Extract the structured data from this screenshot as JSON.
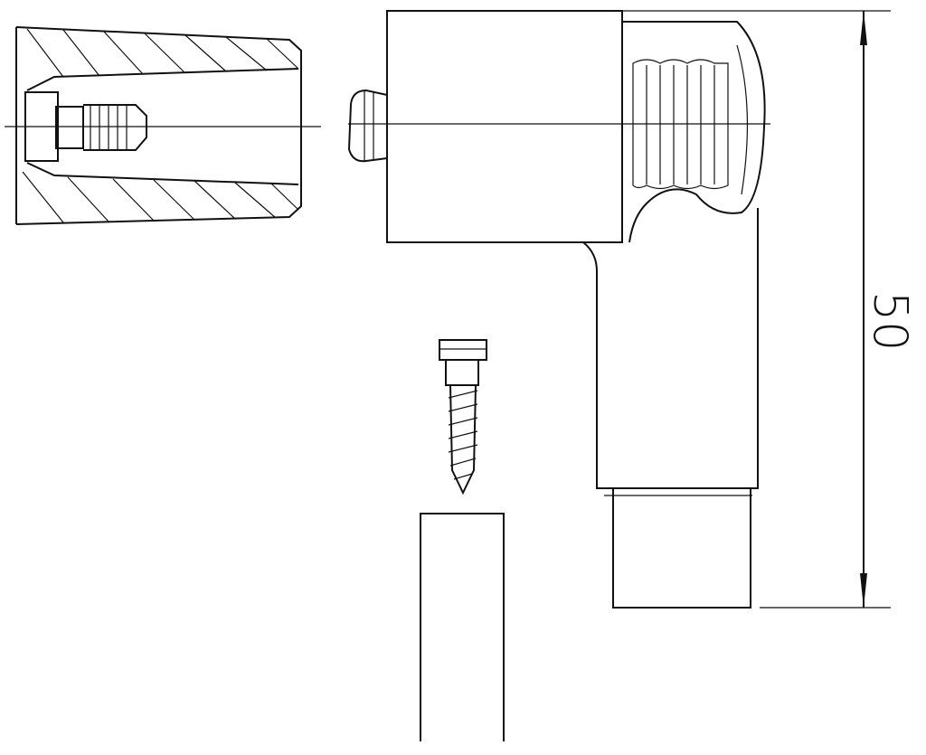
{
  "drawing": {
    "dimension_label": "50",
    "parts": [
      "sectioned-sleeve",
      "angled-connector",
      "screw",
      "rod"
    ]
  }
}
